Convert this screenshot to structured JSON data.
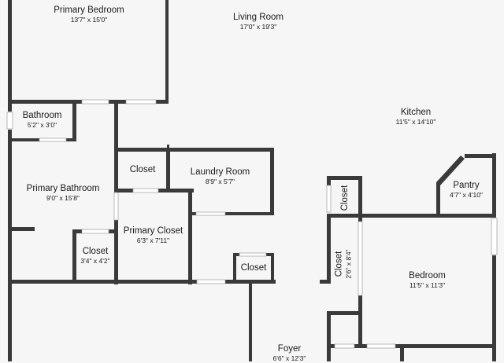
{
  "rooms": {
    "primary_bedroom": {
      "name": "Primary Bedroom",
      "dims": "13'7\" x 15'0\""
    },
    "living_room": {
      "name": "Living Room",
      "dims": "17'0\" x 19'3\""
    },
    "kitchen": {
      "name": "Kitchen",
      "dims": "11'5\" x 14'10\""
    },
    "bathroom": {
      "name": "Bathroom",
      "dims": "5'2\" x 3'0\""
    },
    "closet_hall": {
      "name": "Closet"
    },
    "laundry_room": {
      "name": "Laundry Room",
      "dims": "8'9\" x 5'7\""
    },
    "primary_bathroom": {
      "name": "Primary Bathroom",
      "dims": "9'0\" x 15'8\""
    },
    "primary_closet": {
      "name": "Primary Closet",
      "dims": "6'3\" x 7'11\""
    },
    "closet_bath": {
      "name": "Closet",
      "dims": "3'4\" x 4'2\""
    },
    "closet_small": {
      "name": "Closet"
    },
    "closet_kitchen": {
      "name": "Closet"
    },
    "pantry": {
      "name": "Pantry",
      "dims": "4'7\" x 4'10\""
    },
    "closet_bedroom": {
      "name": "Closet",
      "dims": "2'6\" x 8'4\""
    },
    "bedroom": {
      "name": "Bedroom",
      "dims": "11'5\" x 11'3\""
    },
    "foyer": {
      "name": "Foyer",
      "dims": "6'6\" x 12'3\""
    }
  },
  "colors": {
    "wall": "#3a3a3a",
    "floor": "#f6f6f6",
    "window": "#ffffff",
    "text": "#1a1a1a"
  }
}
